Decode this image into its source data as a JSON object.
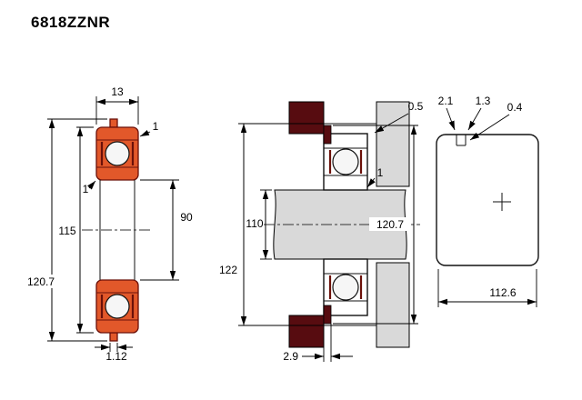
{
  "title": "6818ZZNR",
  "colors": {
    "bearing-orange": "#e2582a",
    "bearing-red": "#6b1009",
    "housing-maroon": "#570c10",
    "metal-gray": "#d9d9d9"
  },
  "front_view": {
    "width": "13",
    "chamfer_top": "1",
    "chamfer_side": "1",
    "outer_diameter": "115",
    "bore_diameter": "90",
    "snap_ring_od": "120.7",
    "lug_width": "1.12"
  },
  "mounted_view": {
    "shoulder_diameter": "110",
    "housing_bore": "122",
    "snap_ring_od": "120.7",
    "chamfer": "1",
    "groove_width": "2.9",
    "side_clearance": "0.5"
  },
  "groove_detail": {
    "dim_left": "2.1",
    "dim_mid": "1.3",
    "dim_right": "0.4",
    "groove_diameter": "112.6"
  }
}
